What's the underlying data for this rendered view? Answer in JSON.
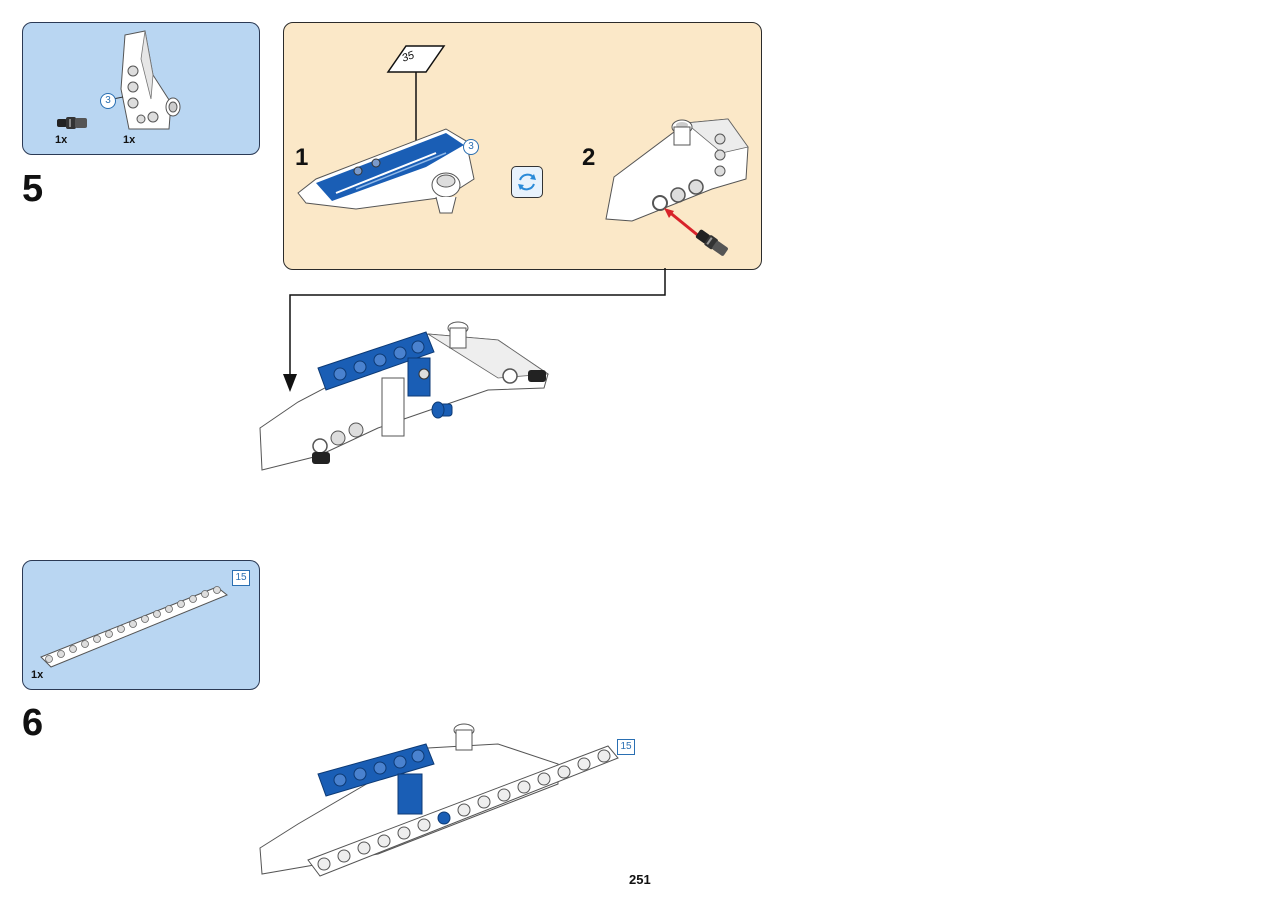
{
  "page_number": "251",
  "step5": {
    "number": "5",
    "parts": [
      {
        "qty": "1x",
        "icon": "pin-with-bush-icon"
      },
      {
        "qty": "1x",
        "icon": "panel-wing-icon"
      }
    ],
    "callout_tag": "3",
    "subassembly": {
      "sub1_label": "1",
      "sub2_label": "2",
      "sticker_number": "35",
      "panel_tag": "3",
      "rotate_icon": "rotate-icon"
    }
  },
  "step6": {
    "number": "6",
    "parts": [
      {
        "qty": "1x",
        "icon": "beam-15-icon",
        "length": "15"
      }
    ],
    "beam_tag": "15"
  },
  "colors": {
    "parts_box": "#b9d6f2",
    "subassembly_bg": "#fbe8c8",
    "lego_blue": "#1a5eb5",
    "callout_blue": "#2a6fb2",
    "arrow_red": "#d8232a"
  }
}
